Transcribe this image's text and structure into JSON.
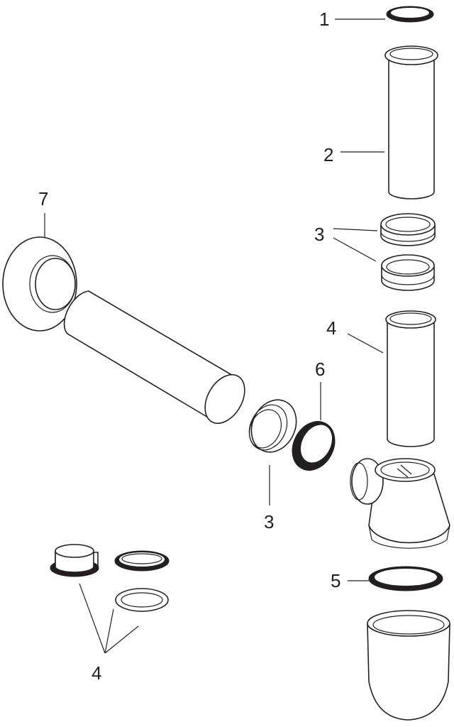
{
  "callouts": {
    "seal_ring_top": "1",
    "upper_tube": "2",
    "nuts_right": "3",
    "lower_tube": "4",
    "base_seal": "5",
    "wall_seal": "6",
    "wall_rosette": "7",
    "nut_left": "3",
    "spare_rings": "4"
  },
  "colors": {
    "line": "#231f20",
    "background": "#ffffff"
  }
}
